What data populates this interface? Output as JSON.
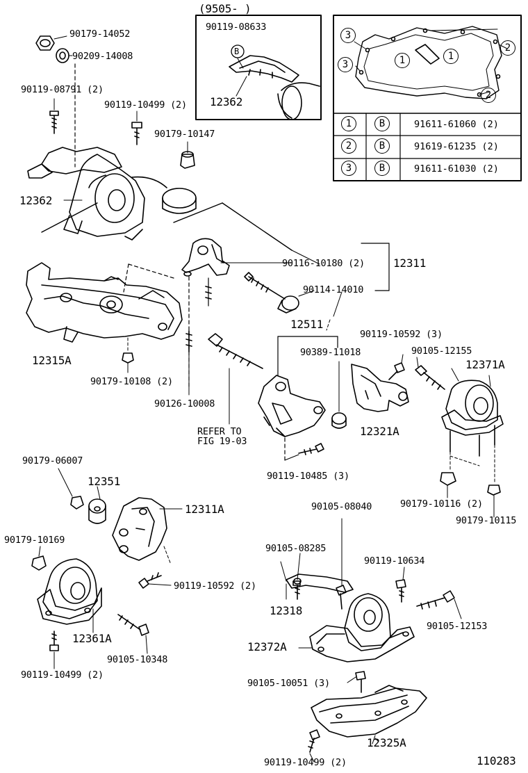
{
  "inset1": {
    "title": "(9505-        )",
    "part_a": "90119-08633",
    "marker": "B",
    "part_b": "12362"
  },
  "inset2": {
    "legend_rows": [
      {
        "num": "1",
        "marker": "B",
        "part": "91611-61060 (2)"
      },
      {
        "num": "2",
        "marker": "B",
        "part": "91619-61235 (2)"
      },
      {
        "num": "3",
        "marker": "B",
        "part": "91611-61030 (2)"
      }
    ],
    "callouts": [
      "3",
      "3",
      "1",
      "1",
      "2",
      "2"
    ]
  },
  "labels": {
    "l1": "90179-14052",
    "l2": "90209-14008",
    "l3": "90119-08791 (2)",
    "l4": "90119-10499 (2)",
    "l5": "90179-10147",
    "l6": "12362",
    "l7": "90116-10180 (2)",
    "l8": "12311",
    "l9": "90114-14010",
    "l10": "12511",
    "l11": "12315A",
    "l12": "90179-10108 (2)",
    "l13": "90126-10008",
    "l14": "90119-10592 (3)",
    "l15": "90105-12155",
    "l16": "90389-11018",
    "l17": "12371A",
    "l18": "REFER TO",
    "l19": "FIG 19-03",
    "l20": "12321A",
    "l21": "90119-10485 (3)",
    "l22": "90179-06007",
    "l23": "12351",
    "l24": "12311A",
    "l25": "90179-10116 (2)",
    "l26": "90179-10115",
    "l27": "90105-08040",
    "l28": "90179-10169",
    "l29": "90105-08285",
    "l30": "90119-10592 (2)",
    "l31": "90119-10634",
    "l32": "12318",
    "l33": "12361A",
    "l34": "90105-12153",
    "l35": "90105-10348",
    "l36": "12372A",
    "l37": "90119-10499 (2)",
    "l38": "90105-10051 (3)",
    "l39": "12325A",
    "l40": "90119-10499 (2)",
    "l41": "110283"
  }
}
